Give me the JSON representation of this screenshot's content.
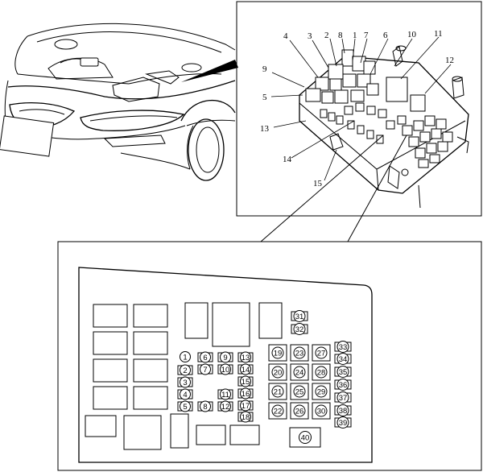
{
  "detail_callouts": [
    "1",
    "2",
    "3",
    "4",
    "5",
    "6",
    "7",
    "8",
    "9",
    "10",
    "11",
    "12",
    "13",
    "14",
    "15"
  ],
  "fuse_numbers": [
    "1",
    "2",
    "3",
    "4",
    "5",
    "6",
    "7",
    "8",
    "9",
    "10",
    "11",
    "12",
    "13",
    "14",
    "15",
    "16",
    "17",
    "18",
    "19",
    "20",
    "21",
    "22",
    "23",
    "24",
    "25",
    "26",
    "27",
    "28",
    "29",
    "30",
    "31",
    "32",
    "33",
    "34",
    "35",
    "36",
    "37",
    "38",
    "39",
    "40"
  ]
}
